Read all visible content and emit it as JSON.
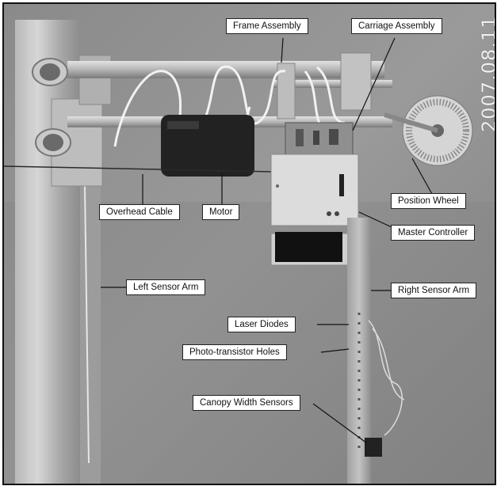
{
  "date_stamp": "2007.08.11",
  "labels": {
    "frame_assembly": "Frame Assembly",
    "carriage_assembly": "Carriage Assembly",
    "overhead_cable": "Overhead Cable",
    "motor": "Motor",
    "position_wheel": "Position Wheel",
    "master_controller": "Master Controller",
    "left_sensor_arm": "Left Sensor Arm",
    "right_sensor_arm": "Right Sensor Arm",
    "laser_diodes": "Laser Diodes",
    "photo_transistor_holes": "Photo-transistor Holes",
    "canopy_width_sensors": "Canopy Width Sensors"
  }
}
